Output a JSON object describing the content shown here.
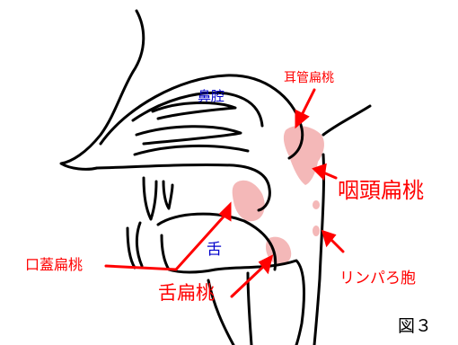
{
  "diagram": {
    "labels": {
      "nasal_cavity": "鼻腔",
      "tongue": "舌",
      "eustachian_tonsil": "耳管扁桃",
      "pharyngeal_tonsil": "咽頭扁桃",
      "palatine_tonsil": "口蓋扁桃",
      "lingual_tonsil": "舌扁桃",
      "lymph_follicle": "リンパろ胞",
      "figure_number": "図３"
    },
    "colors": {
      "outline": "#000000",
      "tonsil_fill": "#f4b8b8",
      "annotation": "#ff0000",
      "anatomy_label": "#0000cc"
    }
  }
}
